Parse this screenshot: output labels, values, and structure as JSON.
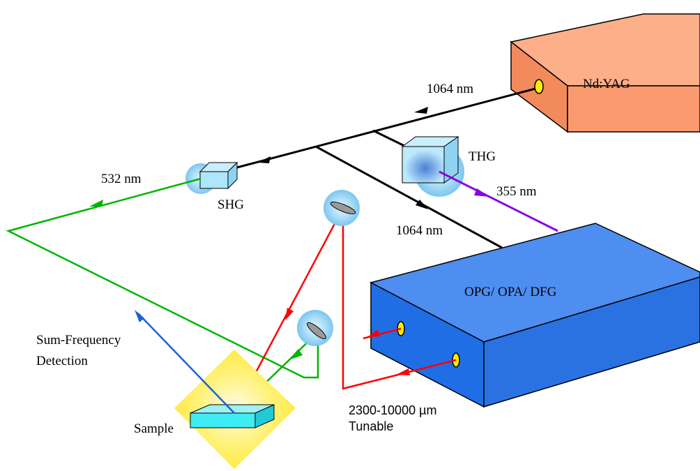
{
  "labels": {
    "nd_yag": "Nd:YAG",
    "ir_1064_top": "1064 nm",
    "thg": "THG",
    "uv_355": "355 nm",
    "green_532": "532 nm",
    "shg": "SHG",
    "ir_1064_mid": "1064 nm",
    "opg": "OPG/ OPA/ DFG",
    "sfd_line1": "Sum-Frequency",
    "sfd_line2": "Detection",
    "tunable_line1": "2300-10000 µm",
    "tunable_line2": "Tunable",
    "sample": "Sample"
  },
  "colors": {
    "laser_box": "#fa9a6e",
    "opg_box": "#3a7fe8",
    "crystal": "#aee6fb",
    "sample_slab": "#40ecf4",
    "sample_glow": "#ffe840",
    "beam_ir": "#000000",
    "beam_green": "#00b400",
    "beam_uv": "#8a00e6",
    "beam_red": "#ff0000",
    "beam_blue": "#1a63d6",
    "port": "#ffee00"
  }
}
